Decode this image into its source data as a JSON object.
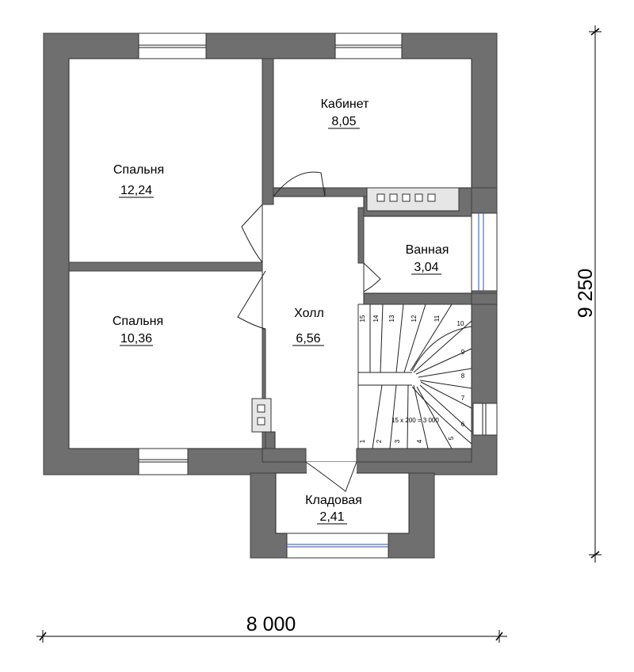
{
  "rooms": [
    {
      "id": "bedroom-1",
      "name": "Спальня",
      "area": "12,24"
    },
    {
      "id": "office",
      "name": "Кабинет",
      "area": "8,05"
    },
    {
      "id": "bathroom",
      "name": "Ванная",
      "area": "3,04"
    },
    {
      "id": "bedroom-2",
      "name": "Спальня",
      "area": "10,36"
    },
    {
      "id": "hall",
      "name": "Холл",
      "area": "6,56"
    },
    {
      "id": "storage",
      "name": "Кладовая",
      "area": "2,41"
    }
  ],
  "dimensions": {
    "width": "8 000",
    "height": "9 250"
  },
  "stairs": {
    "note": "15 х 200 = 3 000",
    "steps": [
      "1",
      "2",
      "3",
      "4",
      "5",
      "6",
      "7",
      "8",
      "9",
      "10",
      "11",
      "12",
      "13",
      "14",
      "15"
    ]
  }
}
